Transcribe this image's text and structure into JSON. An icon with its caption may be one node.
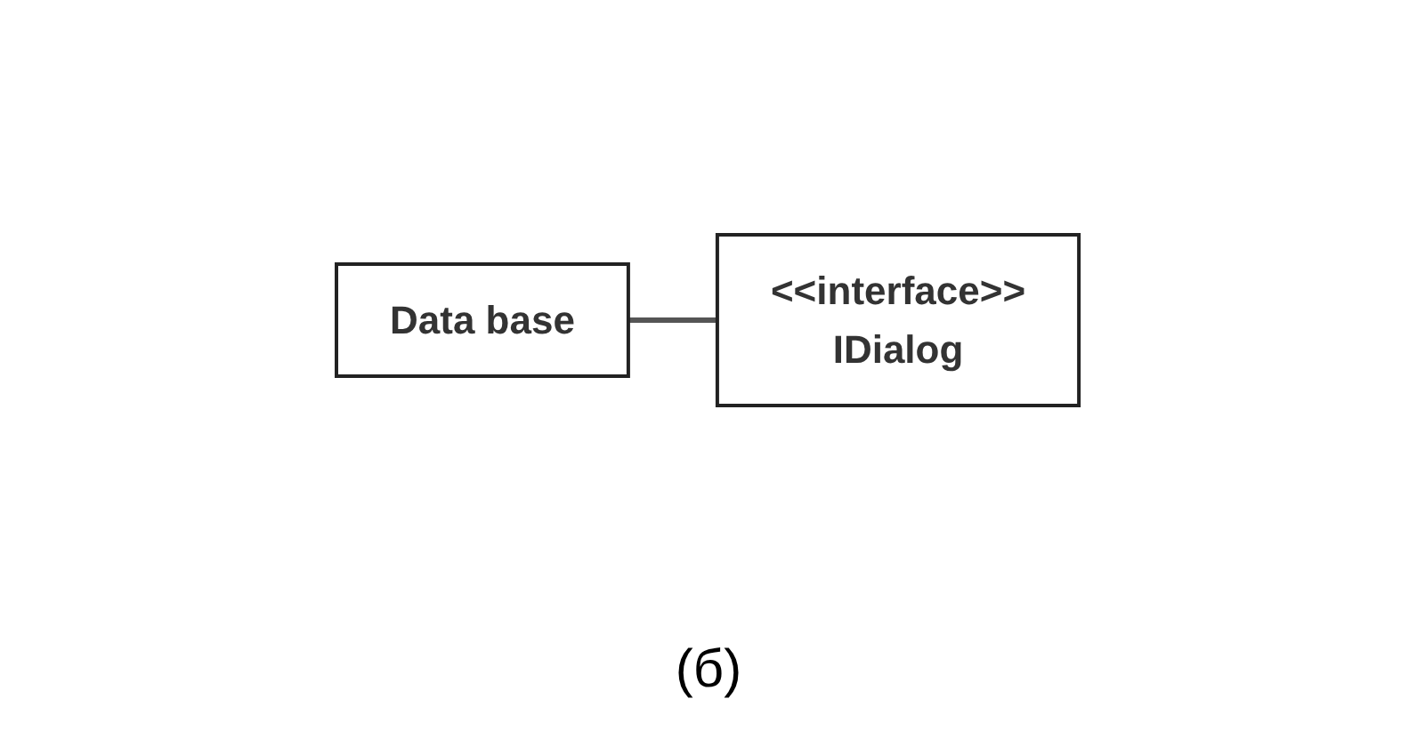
{
  "diagram": {
    "caption": "(б)",
    "nodes": [
      {
        "text": [
          "Data base"
        ]
      },
      {
        "text": [
          "<<interface>>",
          "IDialog"
        ]
      }
    ],
    "edges": [
      {
        "from": 0,
        "to": 1,
        "arrow": "none"
      }
    ]
  }
}
